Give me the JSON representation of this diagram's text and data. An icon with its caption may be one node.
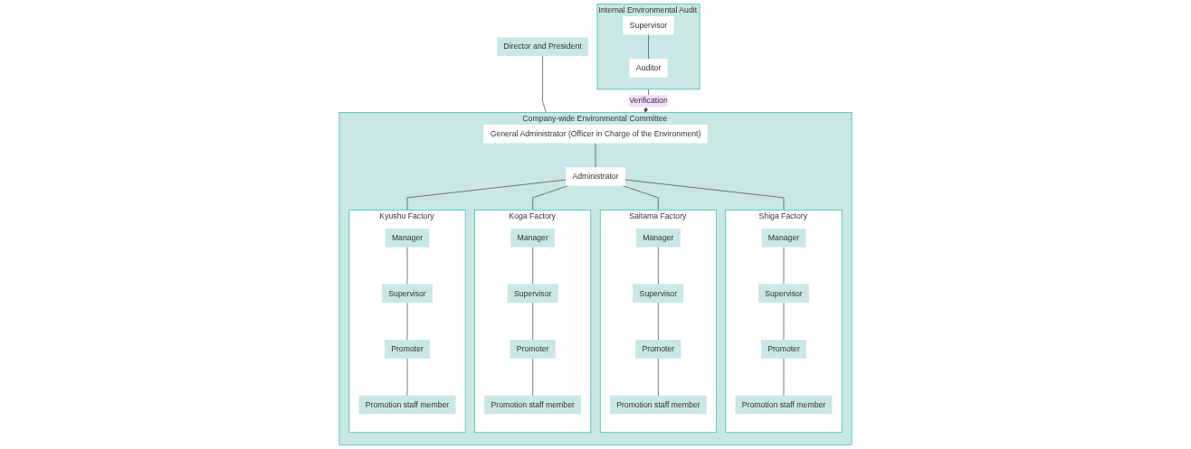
{
  "diagram": {
    "nodes": [
      {
        "text": [
          "Director and President"
        ]
      },
      {
        "text": [
          "Company-wide Environmental Committee"
        ]
      },
      {
        "text": [
          "General Administrator (Officer in Charge of the Environment)"
        ],
        "in": 1
      },
      {
        "text": [
          "Administrator"
        ],
        "in": 1
      },
      {
        "text": [
          "Koga Factory"
        ],
        "in": 1
      },
      {
        "text": [
          "Manager"
        ],
        "in": 4
      },
      {
        "text": [
          "Supervisor"
        ],
        "in": 4
      },
      {
        "text": [
          "Promoter"
        ],
        "in": 4
      },
      {
        "text": [
          "Promotion staff member"
        ],
        "in": 4
      },
      {
        "text": [
          "Saitama Factory"
        ],
        "in": 1
      },
      {
        "text": [
          "Manager"
        ],
        "in": 9
      },
      {
        "text": [
          "Supervisor"
        ],
        "in": 9
      },
      {
        "text": [
          "Promoter"
        ],
        "in": 9
      },
      {
        "text": [
          "Promotion staff member"
        ],
        "in": 9
      },
      {
        "text": [
          "Shiga Factory"
        ],
        "in": 1
      },
      {
        "text": [
          "Manager"
        ],
        "in": 14
      },
      {
        "text": [
          "Supervisor"
        ],
        "in": 14
      },
      {
        "text": [
          "Promoter"
        ],
        "in": 14
      },
      {
        "text": [
          "Promotion staff member"
        ],
        "in": 14
      },
      {
        "text": [
          "Kyushu Factory"
        ],
        "in": 1
      },
      {
        "text": [
          "Manager"
        ],
        "in": 19
      },
      {
        "text": [
          "Supervisor"
        ],
        "in": 19
      },
      {
        "text": [
          "Promoter"
        ],
        "in": 19
      },
      {
        "text": [
          "Promotion staff member"
        ],
        "in": 19
      },
      {
        "text": [
          "Internal Environmental Audit"
        ]
      },
      {
        "text": [
          "Supervisor"
        ],
        "in": 24
      },
      {
        "text": [
          "Auditor"
        ],
        "in": 24
      }
    ],
    "edges": [
      {
        "from": 0,
        "to": 1,
        "arrow": "none"
      },
      {
        "from": 2,
        "to": 3,
        "arrow": "none"
      },
      {
        "from": 3,
        "to": 4,
        "arrow": "none"
      },
      {
        "from": 3,
        "to": 9,
        "arrow": "none"
      },
      {
        "from": 3,
        "to": 14,
        "arrow": "none"
      },
      {
        "from": 3,
        "to": 19,
        "arrow": "none"
      },
      {
        "from": 5,
        "to": 6,
        "arrow": "none"
      },
      {
        "from": 6,
        "to": 7,
        "arrow": "none"
      },
      {
        "from": 7,
        "to": 8,
        "arrow": "none"
      },
      {
        "from": 10,
        "to": 11,
        "arrow": "none"
      },
      {
        "from": 11,
        "to": 12,
        "arrow": "none"
      },
      {
        "from": 12,
        "to": 13,
        "arrow": "none"
      },
      {
        "from": 15,
        "to": 16,
        "arrow": "none"
      },
      {
        "from": 16,
        "to": 17,
        "arrow": "none"
      },
      {
        "from": 17,
        "to": 18,
        "arrow": "none"
      },
      {
        "from": 20,
        "to": 21,
        "arrow": "none"
      },
      {
        "from": 21,
        "to": 22,
        "arrow": "none"
      },
      {
        "from": 22,
        "to": 23,
        "arrow": "none"
      },
      {
        "from": 25,
        "to": 26,
        "arrow": "none"
      },
      {
        "from": 24,
        "to": 1,
        "label": "Verification",
        "arrow": "to"
      }
    ]
  }
}
